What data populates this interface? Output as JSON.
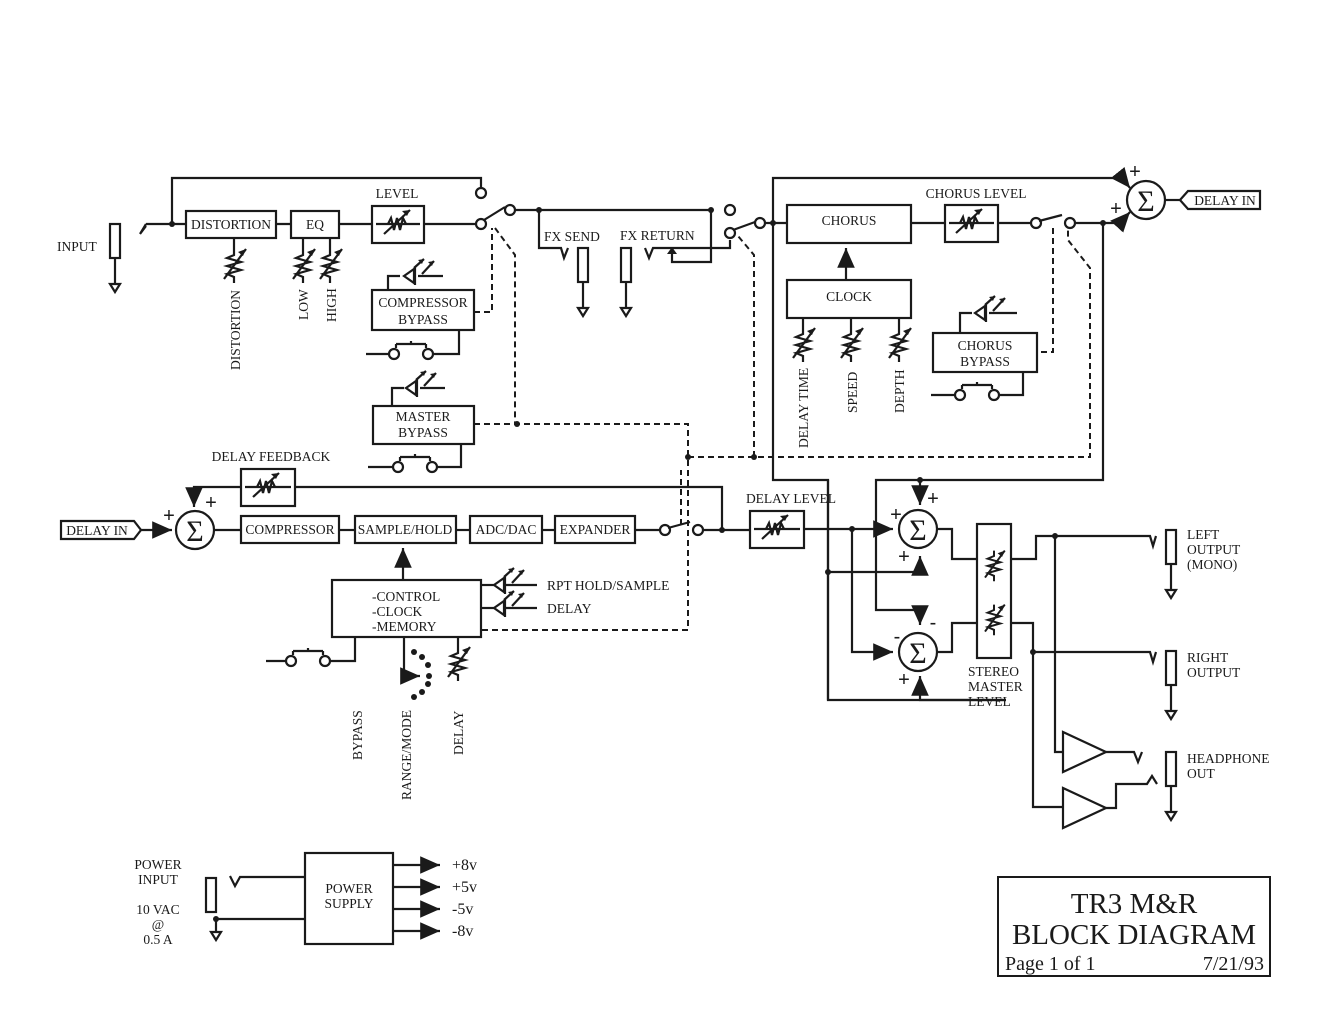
{
  "title_block": {
    "line1": "TR3 M&R",
    "line2": "BLOCK DIAGRAM",
    "page": "Page 1 of 1",
    "date": "7/21/93"
  },
  "input": {
    "label": "INPUT"
  },
  "front_end": {
    "distortion": "DISTORTION",
    "eq": "EQ",
    "level": "LEVEL",
    "distortion_pot": "DISTORTION",
    "low_pot": "LOW",
    "high_pot": "HIGH",
    "compressor_bypass_line1": "COMPRESSOR",
    "compressor_bypass_line2": "BYPASS",
    "master_bypass_line1": "MASTER",
    "master_bypass_line2": "BYPASS"
  },
  "fx_loop": {
    "send": "FX SEND",
    "return": "FX RETURN"
  },
  "chorus_section": {
    "chorus": "CHORUS",
    "chorus_level": "CHORUS LEVEL",
    "clock": "CLOCK",
    "delay_time": "DELAY TIME",
    "speed": "SPEED",
    "depth": "DEPTH",
    "chorus_bypass_line1": "CHORUS",
    "chorus_bypass_line2": "BYPASS",
    "delay_in_tag": "DELAY IN"
  },
  "delay_section": {
    "delay_in_tag": "DELAY IN",
    "delay_feedback": "DELAY FEEDBACK",
    "compressor": "COMPRESSOR",
    "sample_hold": "SAMPLE/HOLD",
    "adc_dac": "ADC/DAC",
    "expander": "EXPANDER",
    "control_line1": "-CONTROL",
    "control_line2": "-CLOCK",
    "control_line3": "-MEMORY",
    "led_rpt": "RPT HOLD/SAMPLE",
    "led_delay": "DELAY",
    "bypass": "BYPASS",
    "range_mode": "RANGE/MODE",
    "delay_pot": "DELAY",
    "delay_level": "DELAY LEVEL"
  },
  "output_section": {
    "stereo_line1": "STEREO",
    "stereo_line2": "MASTER",
    "stereo_line3": "LEVEL",
    "left_line1": "LEFT",
    "left_line2": "OUTPUT",
    "left_line3": "(MONO)",
    "right_line1": "RIGHT",
    "right_line2": "OUTPUT",
    "headphone_line1": "HEADPHONE",
    "headphone_line2": "OUT"
  },
  "power": {
    "input_line1": "POWER",
    "input_line2": "INPUT",
    "spec_line1": "10 VAC",
    "spec_line2": "@",
    "spec_line3": "0.5 A",
    "supply_line1": "POWER",
    "supply_line2": "SUPPLY",
    "rails": [
      "+8v",
      "+5v",
      "-5v",
      "-8v"
    ]
  },
  "symbols": {
    "sum": "Σ",
    "plus": "+",
    "minus": "-"
  }
}
